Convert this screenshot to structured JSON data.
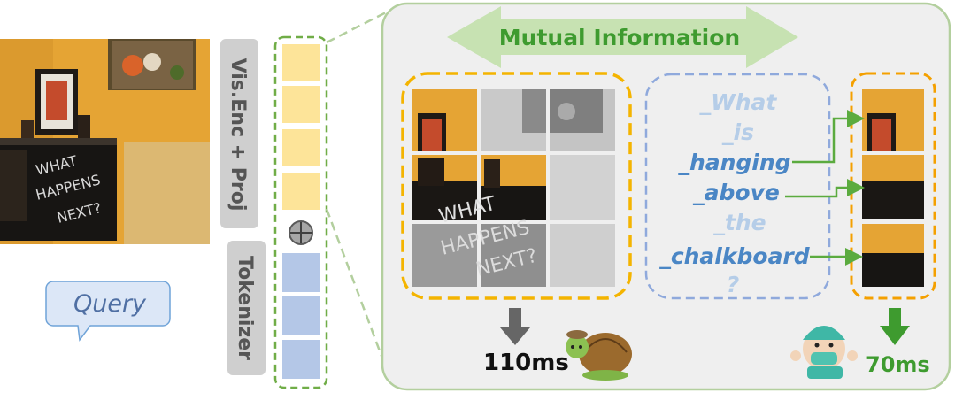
{
  "query": {
    "label": "Query"
  },
  "encoder": {
    "vis_label": "Vis.Enc + Proj",
    "tok_label": "Tokenizer",
    "plus_symbol": "⊕"
  },
  "mutual_info": {
    "label": "Mutual Information"
  },
  "question_tokens": [
    {
      "text": "_What",
      "important": false
    },
    {
      "text": "_is",
      "important": false
    },
    {
      "text": "_hanging",
      "important": true
    },
    {
      "text": "_above",
      "important": true
    },
    {
      "text": "_the",
      "important": false
    },
    {
      "text": "_chalkboard",
      "important": true
    },
    {
      "text": "?",
      "important": false
    }
  ],
  "image": {
    "chalkboard_text": [
      "WHAT",
      "HAPPENS",
      "NEXT?"
    ]
  },
  "timing": {
    "slow": "110ms",
    "fast": "70ms"
  },
  "colors": {
    "panel_bg": "#efefef",
    "panel_border": "#b3cf9e",
    "arrow_fill": "#c7e2b2",
    "green": "#3e9b2f",
    "orange": "#f4b400",
    "query_bubble": "#dce7f7",
    "query_border": "#6fa3d8",
    "vis_token": "#fde499",
    "text_token": "#b4c7e7",
    "token_dark": "#4a86c5",
    "token_light": "#b5cde8"
  }
}
